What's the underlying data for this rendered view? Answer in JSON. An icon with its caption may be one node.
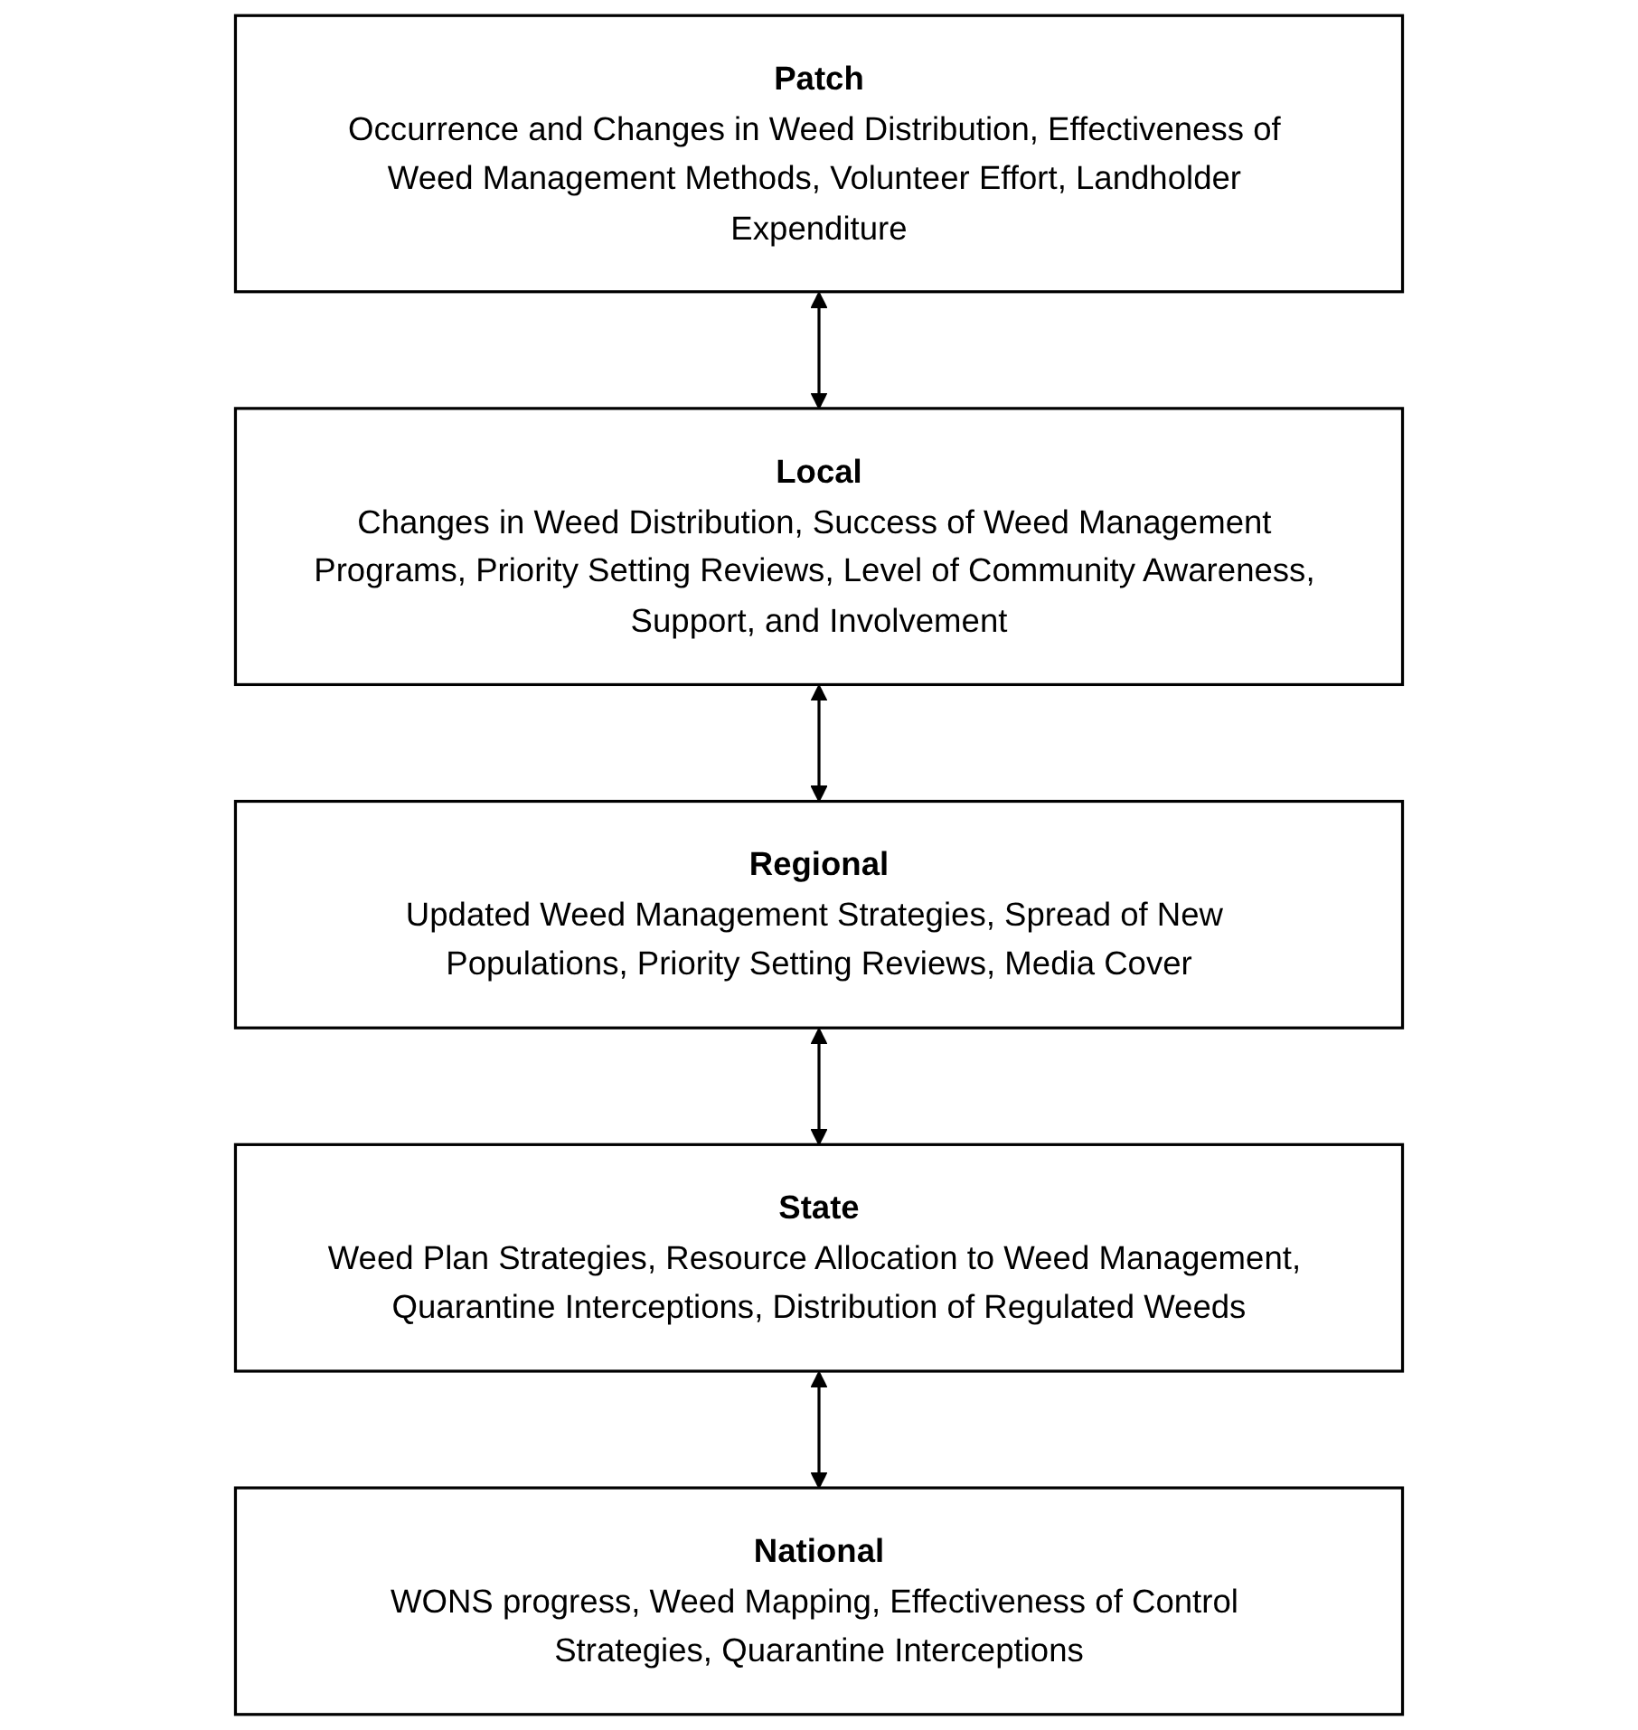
{
  "diagram": {
    "nodes": [
      {
        "text": [
          "Patch",
          "Occurrence and Changes in Weed Distribution, Effectiveness of Weed Management Methods, Volunteer Effort, Landholder Expenditure"
        ]
      },
      {
        "text": [
          "Local",
          "Changes in Weed Distribution, Success of Weed Management Programs, Priority Setting Reviews, Level of Community Awareness, Support, and Involvement"
        ]
      },
      {
        "text": [
          "Regional",
          "Updated Weed Management Strategies, Spread of New Populations, Priority Setting Reviews, Media Cover"
        ]
      },
      {
        "text": [
          "State",
          "Weed Plan Strategies, Resource Allocation to Weed Management, Quarantine Interceptions, Distribution of Regulated Weeds"
        ]
      },
      {
        "text": [
          "National",
          "WONS progress, Weed Mapping, Effectiveness of Control Strategies, Quarantine Interceptions"
        ]
      }
    ],
    "edges": [
      {
        "from": 0,
        "to": 1,
        "arrow": "both"
      },
      {
        "from": 1,
        "to": 2,
        "arrow": "both"
      },
      {
        "from": 2,
        "to": 3,
        "arrow": "both"
      },
      {
        "from": 3,
        "to": 4,
        "arrow": "both"
      }
    ]
  }
}
